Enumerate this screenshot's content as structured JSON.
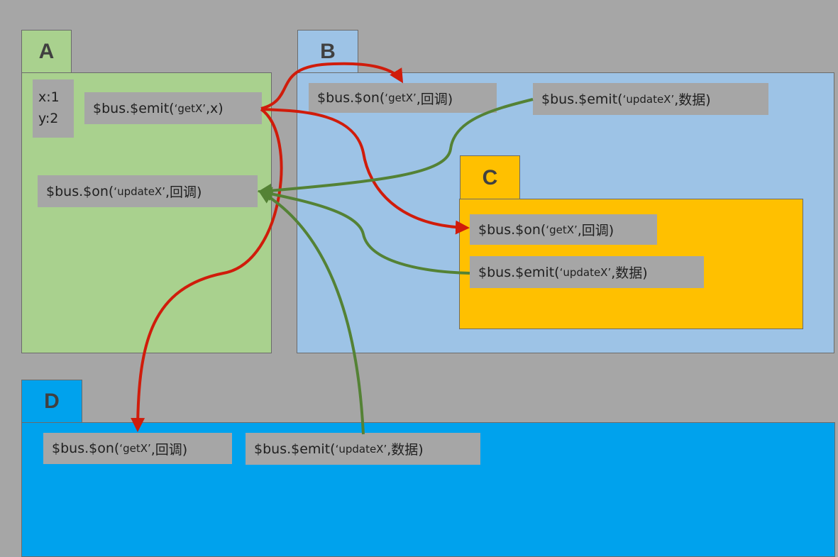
{
  "components": {
    "A": {
      "name": "A",
      "vars": [
        "x:1",
        "y:2"
      ]
    },
    "B": {
      "name": "B"
    },
    "C": {
      "name": "C"
    },
    "D": {
      "name": "D"
    }
  },
  "labels": {
    "a_emit": {
      "prefix": "$bus.$emit(",
      "event": "‘getX’",
      "suffix": ",x)"
    },
    "a_on": {
      "prefix": "$bus.$on(",
      "event": "‘updateX’",
      "suffix": ",回调)"
    },
    "b_on": {
      "prefix": "$bus.$on(",
      "event": "‘getX’",
      "suffix": ",回调)"
    },
    "b_emit": {
      "prefix": "$bus.$emit(",
      "event": "‘updateX’",
      "suffix": ",数据)"
    },
    "c_on": {
      "prefix": "$bus.$on(",
      "event": "‘getX’",
      "suffix": ",回调)"
    },
    "c_emit": {
      "prefix": "$bus.$emit(",
      "event": "‘updateX’",
      "suffix": ",数据)"
    },
    "d_on": {
      "prefix": "$bus.$on(",
      "event": "‘getX’",
      "suffix": ",回调)"
    },
    "d_emit": {
      "prefix": "$bus.$emit(",
      "event": "‘updateX’",
      "suffix": ",数据)"
    }
  },
  "colors": {
    "getx_arrow": "#d01c0b",
    "updatex_arrow": "#548235",
    "component_a": "#a9d18e",
    "component_b": "#9dc3e6",
    "component_c": "#ffc000",
    "component_d": "#00a2ed"
  }
}
